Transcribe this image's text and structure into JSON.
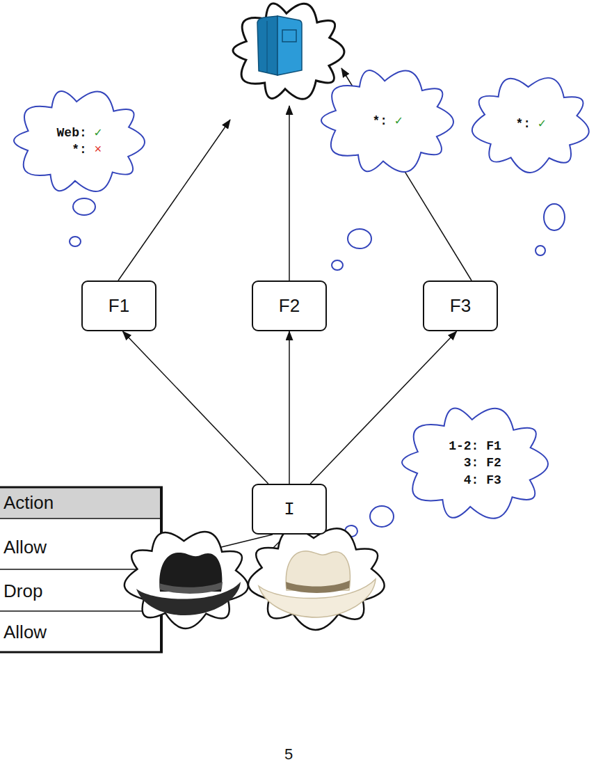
{
  "diagram": {
    "nodes": [
      {
        "text": [
          "Web: ✓",
          "*: ×"
        ]
      },
      {
        "text": [
          "*: ✓"
        ]
      },
      {
        "text": [
          "*: ✓"
        ]
      },
      {
        "text": [
          "F1"
        ]
      },
      {
        "text": [
          "F2"
        ]
      },
      {
        "text": [
          "F3"
        ]
      },
      {
        "text": [
          "1-2: F1",
          "3: F2",
          "4: F3"
        ]
      },
      {
        "text": [
          "I"
        ]
      }
    ],
    "edges": [
      {
        "from": 7,
        "to": 3,
        "arrow": "to"
      },
      {
        "from": 7,
        "to": 4,
        "arrow": "to"
      },
      {
        "from": 7,
        "to": 5,
        "arrow": "to"
      }
    ],
    "labels": [
      "Action",
      "Allow",
      "Drop",
      "Allow",
      "5"
    ]
  }
}
